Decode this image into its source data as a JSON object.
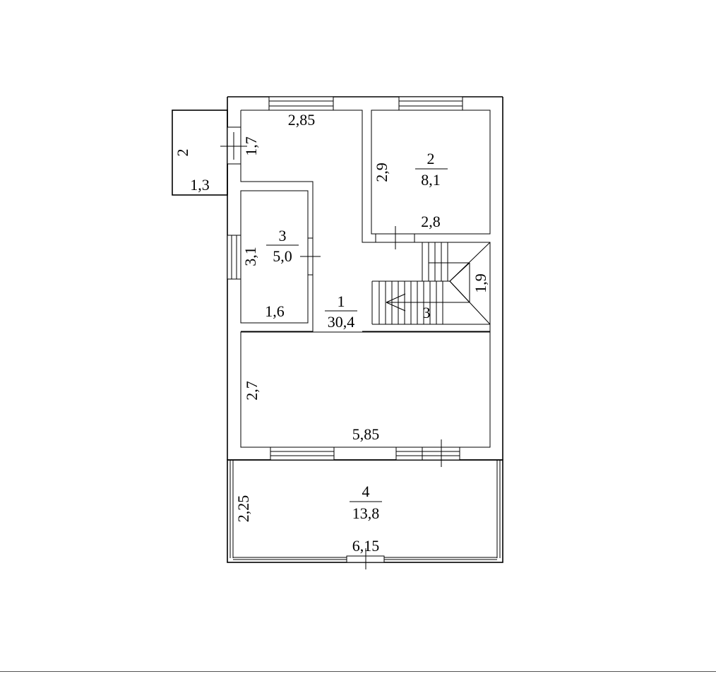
{
  "plan": {
    "rooms": [
      {
        "number": "1",
        "area": "30,4"
      },
      {
        "number": "2",
        "area": "8,1"
      },
      {
        "number": "3",
        "area": "5,0"
      },
      {
        "number": "4",
        "area": "13,8"
      }
    ],
    "dimensions": {
      "hall_top_width": "2,85",
      "hall_side_height": "1,7",
      "porch_height": "2",
      "porch_width": "1,3",
      "room2_height": "2,9",
      "room2_width": "2,8",
      "room3_height": "3,1",
      "room3_width": "1,6",
      "stair_width": "1,9",
      "stair_length": "3",
      "living_height": "2,7",
      "living_width": "5,85",
      "terrace_height": "2,25",
      "terrace_width": "6,15"
    }
  }
}
